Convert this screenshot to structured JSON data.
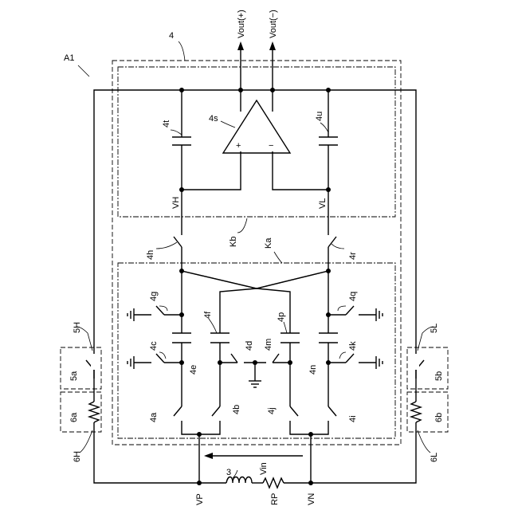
{
  "figure": {
    "assembly": "A1",
    "block_outer": "4",
    "block_kb": "Kb",
    "block_ka": "Ka",
    "amp": "4s",
    "amp_plus": "+",
    "amp_minus": "−",
    "cap_top_left": "4t",
    "cap_top_right": "4u",
    "node_vh": "VH",
    "node_vl": "VL",
    "vout_plus": "Vout(+)",
    "vout_minus": "Vout(−)",
    "sw_4h": "4h",
    "sw_4r": "4r",
    "sw_4g": "4g",
    "sw_4q": "4q",
    "cap_4f": "4f",
    "cap_4p": "4p",
    "sw_4c": "4c",
    "sw_4k": "4k",
    "sw_4d": "4d",
    "sw_4m": "4m",
    "cap_4e": "4e",
    "cap_4n": "4n",
    "sw_4a": "4a",
    "sw_4b": "4b",
    "sw_4j": "4j",
    "sw_4i": "4i",
    "group_5h": "5H",
    "group_5l": "5L",
    "sw_5a": "5a",
    "sw_5b": "5b",
    "res_6a": "6a",
    "res_6b": "6b",
    "group_6h": "6H",
    "group_6l": "6L",
    "coil": "3",
    "vin": "Vin",
    "vp": "VP",
    "vn": "VN",
    "rp": "RP"
  }
}
